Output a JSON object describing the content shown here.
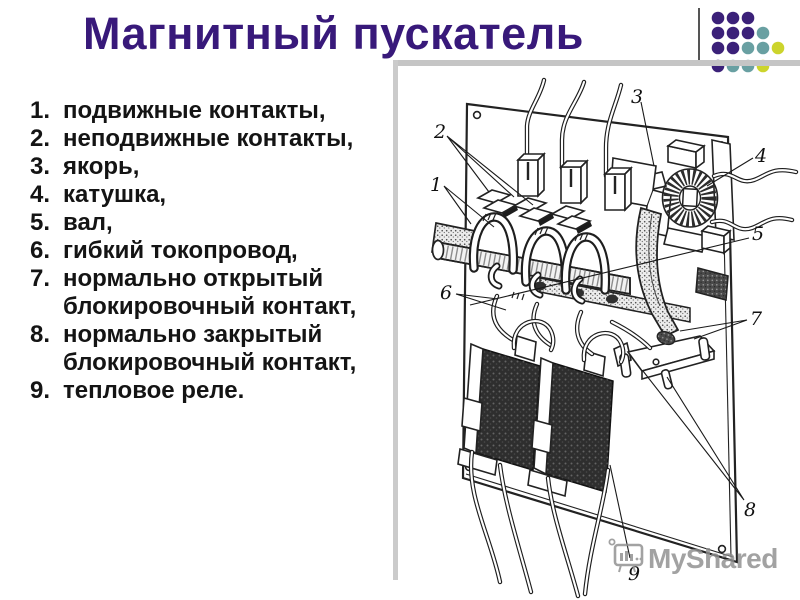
{
  "slide": {
    "title": "Магнитный пускатель",
    "title_color": "#38197a",
    "background": "#ffffff"
  },
  "legend": {
    "items": [
      {
        "num": "1.",
        "text": "подвижные контакты,"
      },
      {
        "num": "2.",
        "text": "неподвижные контакты,"
      },
      {
        "num": "3.",
        "text": "якорь,"
      },
      {
        "num": "4.",
        "text": "катушка,"
      },
      {
        "num": "5.",
        "text": "вал,"
      },
      {
        "num": "6.",
        "text": "гибкий токопровод,"
      },
      {
        "num": "7.",
        "text": "нормально открытый блокировочный контакт,"
      },
      {
        "num": "8.",
        "text": "нормально закрытый блокировочный контакт,"
      },
      {
        "num": "9.",
        "text": "тепловое реле."
      }
    ]
  },
  "diagram": {
    "callouts": [
      "1",
      "2",
      "3",
      "4",
      "5",
      "6",
      "7",
      "8",
      "9"
    ],
    "ink_color": "#1e1e1e"
  },
  "decor": {
    "dot_colors": {
      "purple": "#3b2179",
      "teal": "#69a0a2",
      "yellow": "#ccd42c"
    },
    "frame_color": "#c5c5c5",
    "separator_color": "#555555"
  },
  "watermark": {
    "text": "MyShared",
    "color": "#8e8e8e"
  }
}
